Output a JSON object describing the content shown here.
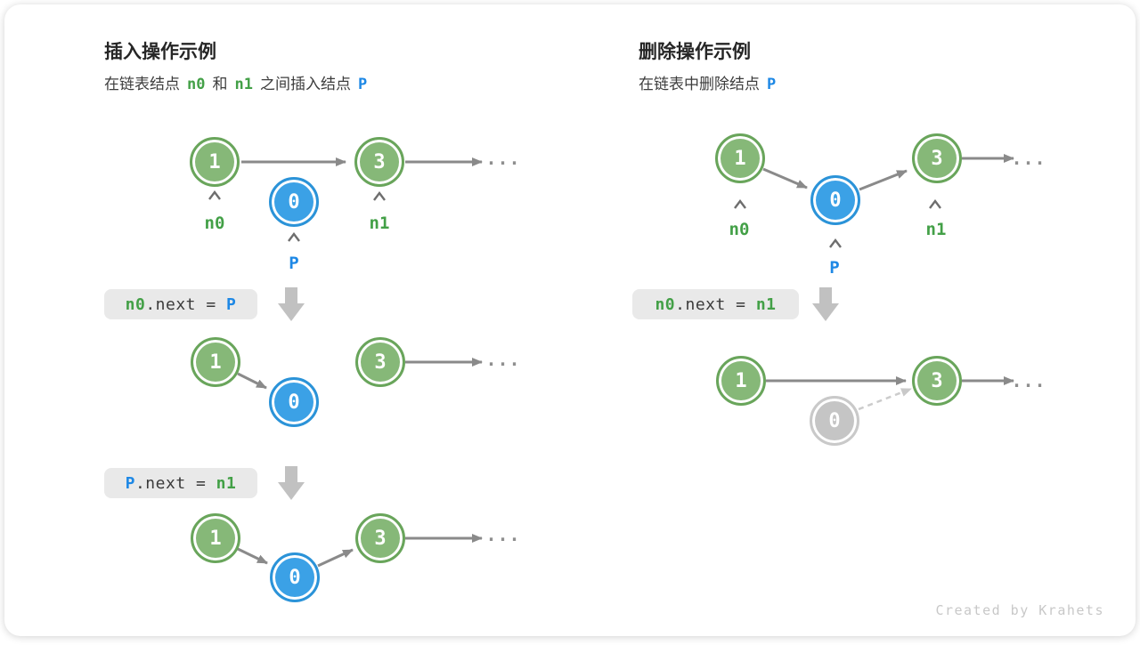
{
  "watermark": "Created by Krahets",
  "glyphs": {
    "ellipsis": "...",
    "pointer_caret": "^"
  },
  "colors": {
    "node_green": "#86B878",
    "node_green_border": "#69A55B",
    "node_blue": "#3BA1E6",
    "node_blue_border": "#2B93D8",
    "node_gray": "#C5C5C5",
    "code_green": "#43A047",
    "code_blue": "#1E88E5",
    "arrow_gray": "#8A8A8A",
    "dashed_gray": "#CCCCCC",
    "block_arrow_gray": "#C1C1C1",
    "chip_bg": "#E9E9E9"
  },
  "chip_mid": ".next = ",
  "insert": {
    "title": "插入操作示例",
    "subtitle": [
      "在链表结点",
      "n0",
      "和",
      "n1",
      "之间插入结点",
      "P"
    ],
    "labels": {
      "n0": "n0",
      "p": "P",
      "n1": "n1"
    },
    "step1": {
      "nodes": [
        "1",
        "0",
        "3"
      ]
    },
    "chip1": {
      "lhs": "n0",
      "rhs": "P"
    },
    "step2": {
      "nodes": [
        "1",
        "0",
        "3"
      ]
    },
    "chip2": {
      "lhs": "P",
      "rhs": "n1"
    },
    "step3": {
      "nodes": [
        "1",
        "0",
        "3"
      ]
    }
  },
  "delete": {
    "title": "删除操作示例",
    "subtitle": [
      "在链表中删除结点",
      "P"
    ],
    "labels": {
      "n0": "n0",
      "p": "P",
      "n1": "n1"
    },
    "step1": {
      "nodes": [
        "1",
        "0",
        "3"
      ]
    },
    "chip1": {
      "lhs": "n0",
      "rhs": "n1"
    },
    "step2": {
      "nodes": [
        "1",
        "0",
        "3"
      ]
    }
  }
}
